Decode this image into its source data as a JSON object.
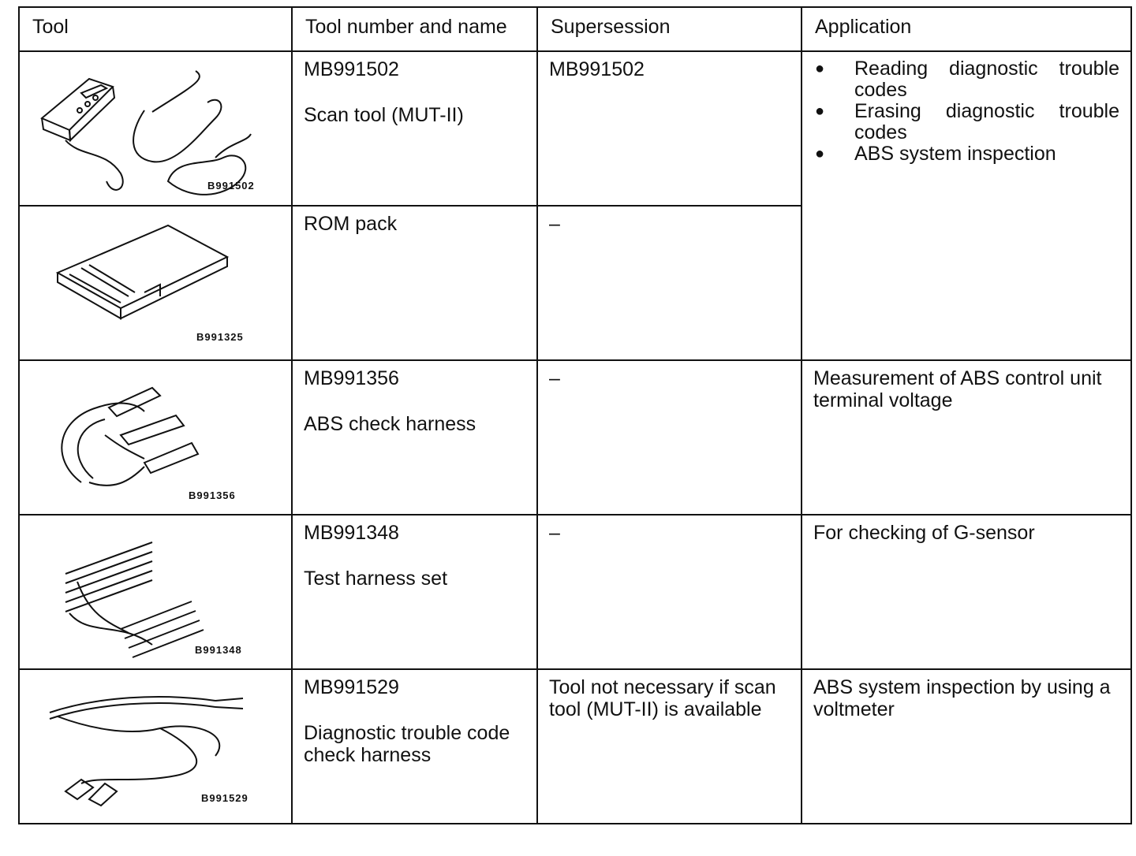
{
  "headers": {
    "tool": "Tool",
    "number_name": "Tool number and name",
    "supersession": "Supersession",
    "application": "Application"
  },
  "rows": [
    {
      "code_label": "B991502",
      "number": "MB991502",
      "name": "Scan tool (MUT-II)",
      "supersession": "MB991502",
      "application_items": [
        "Reading diagnostic trouble codes",
        "Erasing diagnostic trouble codes",
        "ABS system inspection"
      ]
    },
    {
      "code_label": "B991325",
      "number": "",
      "name": "ROM pack",
      "supersession": "–"
    },
    {
      "code_label": "B991356",
      "number": "MB991356",
      "name": "ABS check harness",
      "supersession": "–",
      "application": "Measurement of ABS control unit terminal voltage"
    },
    {
      "code_label": "B991348",
      "number": "MB991348",
      "name": "Test harness set",
      "supersession": "–",
      "application": "For checking of G-sensor"
    },
    {
      "code_label": "B991529",
      "number": "MB991529",
      "name": "Diagnostic trouble code check harness",
      "supersession": "Tool not necessary if scan tool (MUT-II) is available",
      "application": "ABS system inspection by using a voltmeter"
    }
  ]
}
